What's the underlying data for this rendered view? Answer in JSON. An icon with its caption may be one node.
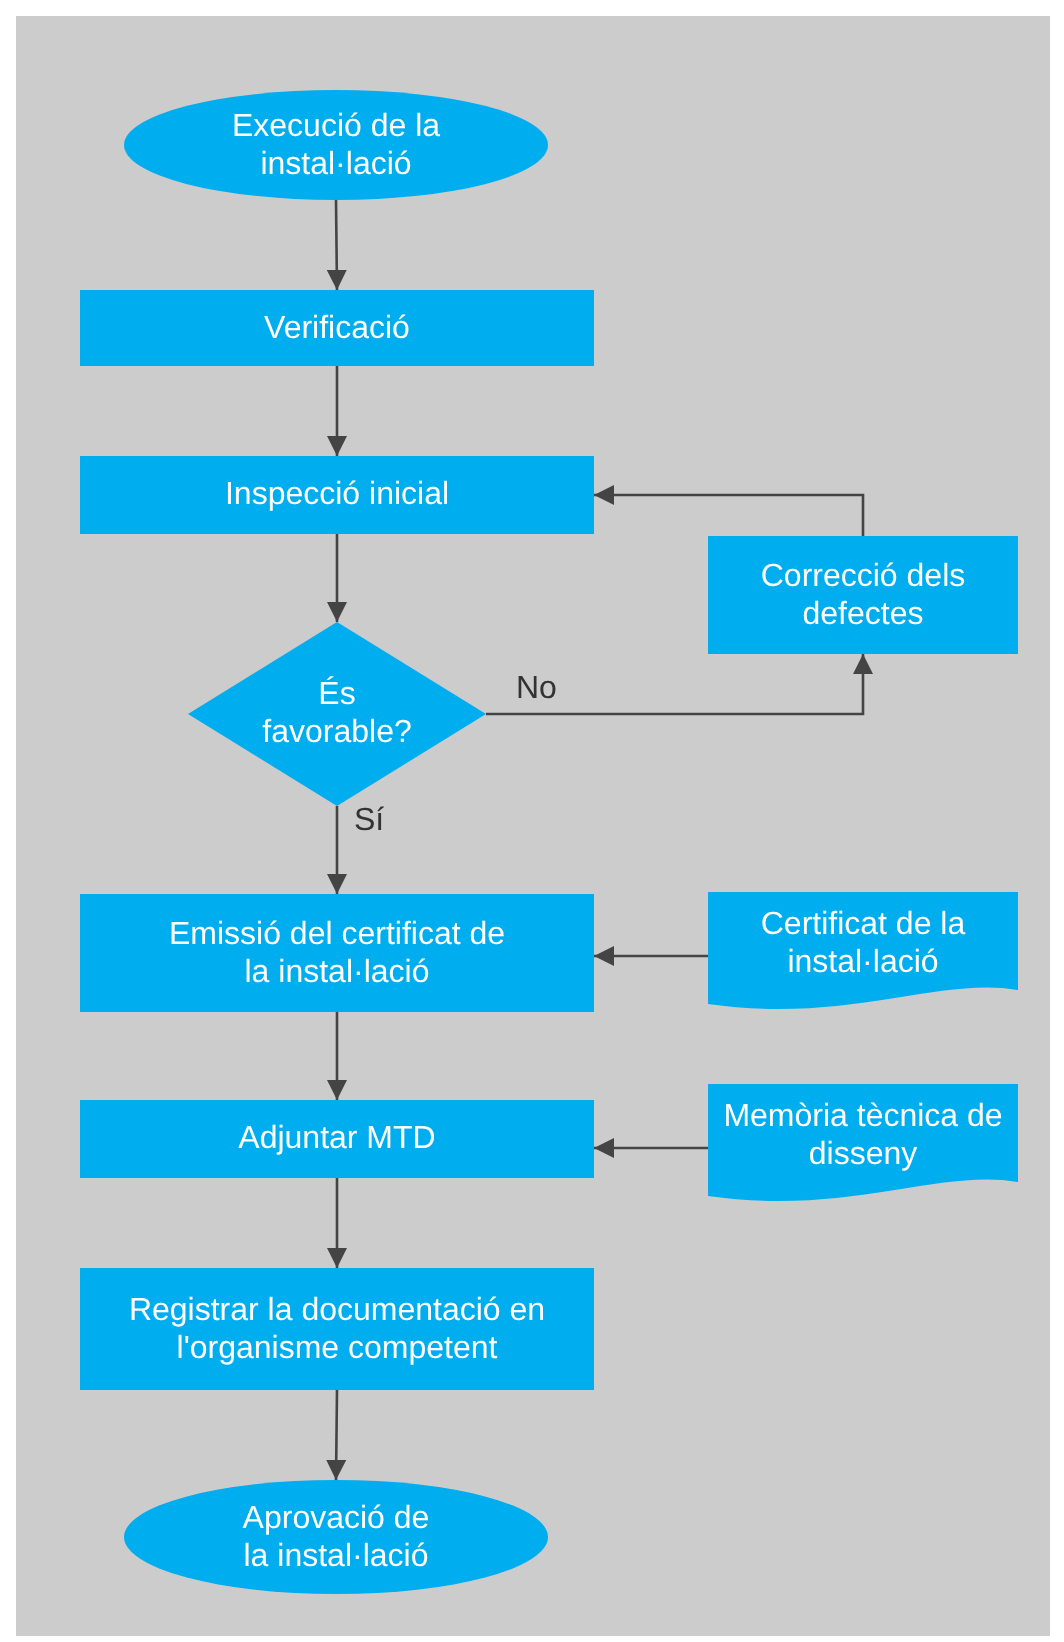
{
  "diagram": {
    "nodes": [
      {
        "text": [
          "Execució de la instal·lació"
        ]
      },
      {
        "text": [
          "Verificació"
        ]
      },
      {
        "text": [
          "Inspecció inicial"
        ]
      },
      {
        "text": [
          "És favorable?"
        ]
      },
      {
        "text": [
          "Correcció dels defectes"
        ]
      },
      {
        "text": [
          "Emissió del certificat de la instal·lació"
        ]
      },
      {
        "text": [
          "Certificat de la instal·lació"
        ]
      },
      {
        "text": [
          "Adjuntar MTD"
        ]
      },
      {
        "text": [
          "Memòria tècnica de disseny"
        ]
      },
      {
        "text": [
          "Registrar la documentació en l'organisme competent"
        ]
      },
      {
        "text": [
          "Aprovació de la instal·lació"
        ]
      }
    ],
    "edges": [
      {
        "from": 0,
        "to": 1,
        "arrow": "to"
      },
      {
        "from": 1,
        "to": 2,
        "arrow": "to"
      },
      {
        "from": 2,
        "to": 3,
        "arrow": "to"
      },
      {
        "from": 3,
        "to": 4,
        "arrow": "to",
        "label": "No"
      },
      {
        "from": 4,
        "to": 2,
        "arrow": "to"
      },
      {
        "from": 3,
        "to": 5,
        "arrow": "to",
        "label": "Sí"
      },
      {
        "from": 6,
        "to": 5,
        "arrow": "to"
      },
      {
        "from": 5,
        "to": 7,
        "arrow": "to"
      },
      {
        "from": 8,
        "to": 7,
        "arrow": "to"
      },
      {
        "from": 7,
        "to": 9,
        "arrow": "to"
      },
      {
        "from": 9,
        "to": 10,
        "arrow": "to"
      }
    ]
  }
}
